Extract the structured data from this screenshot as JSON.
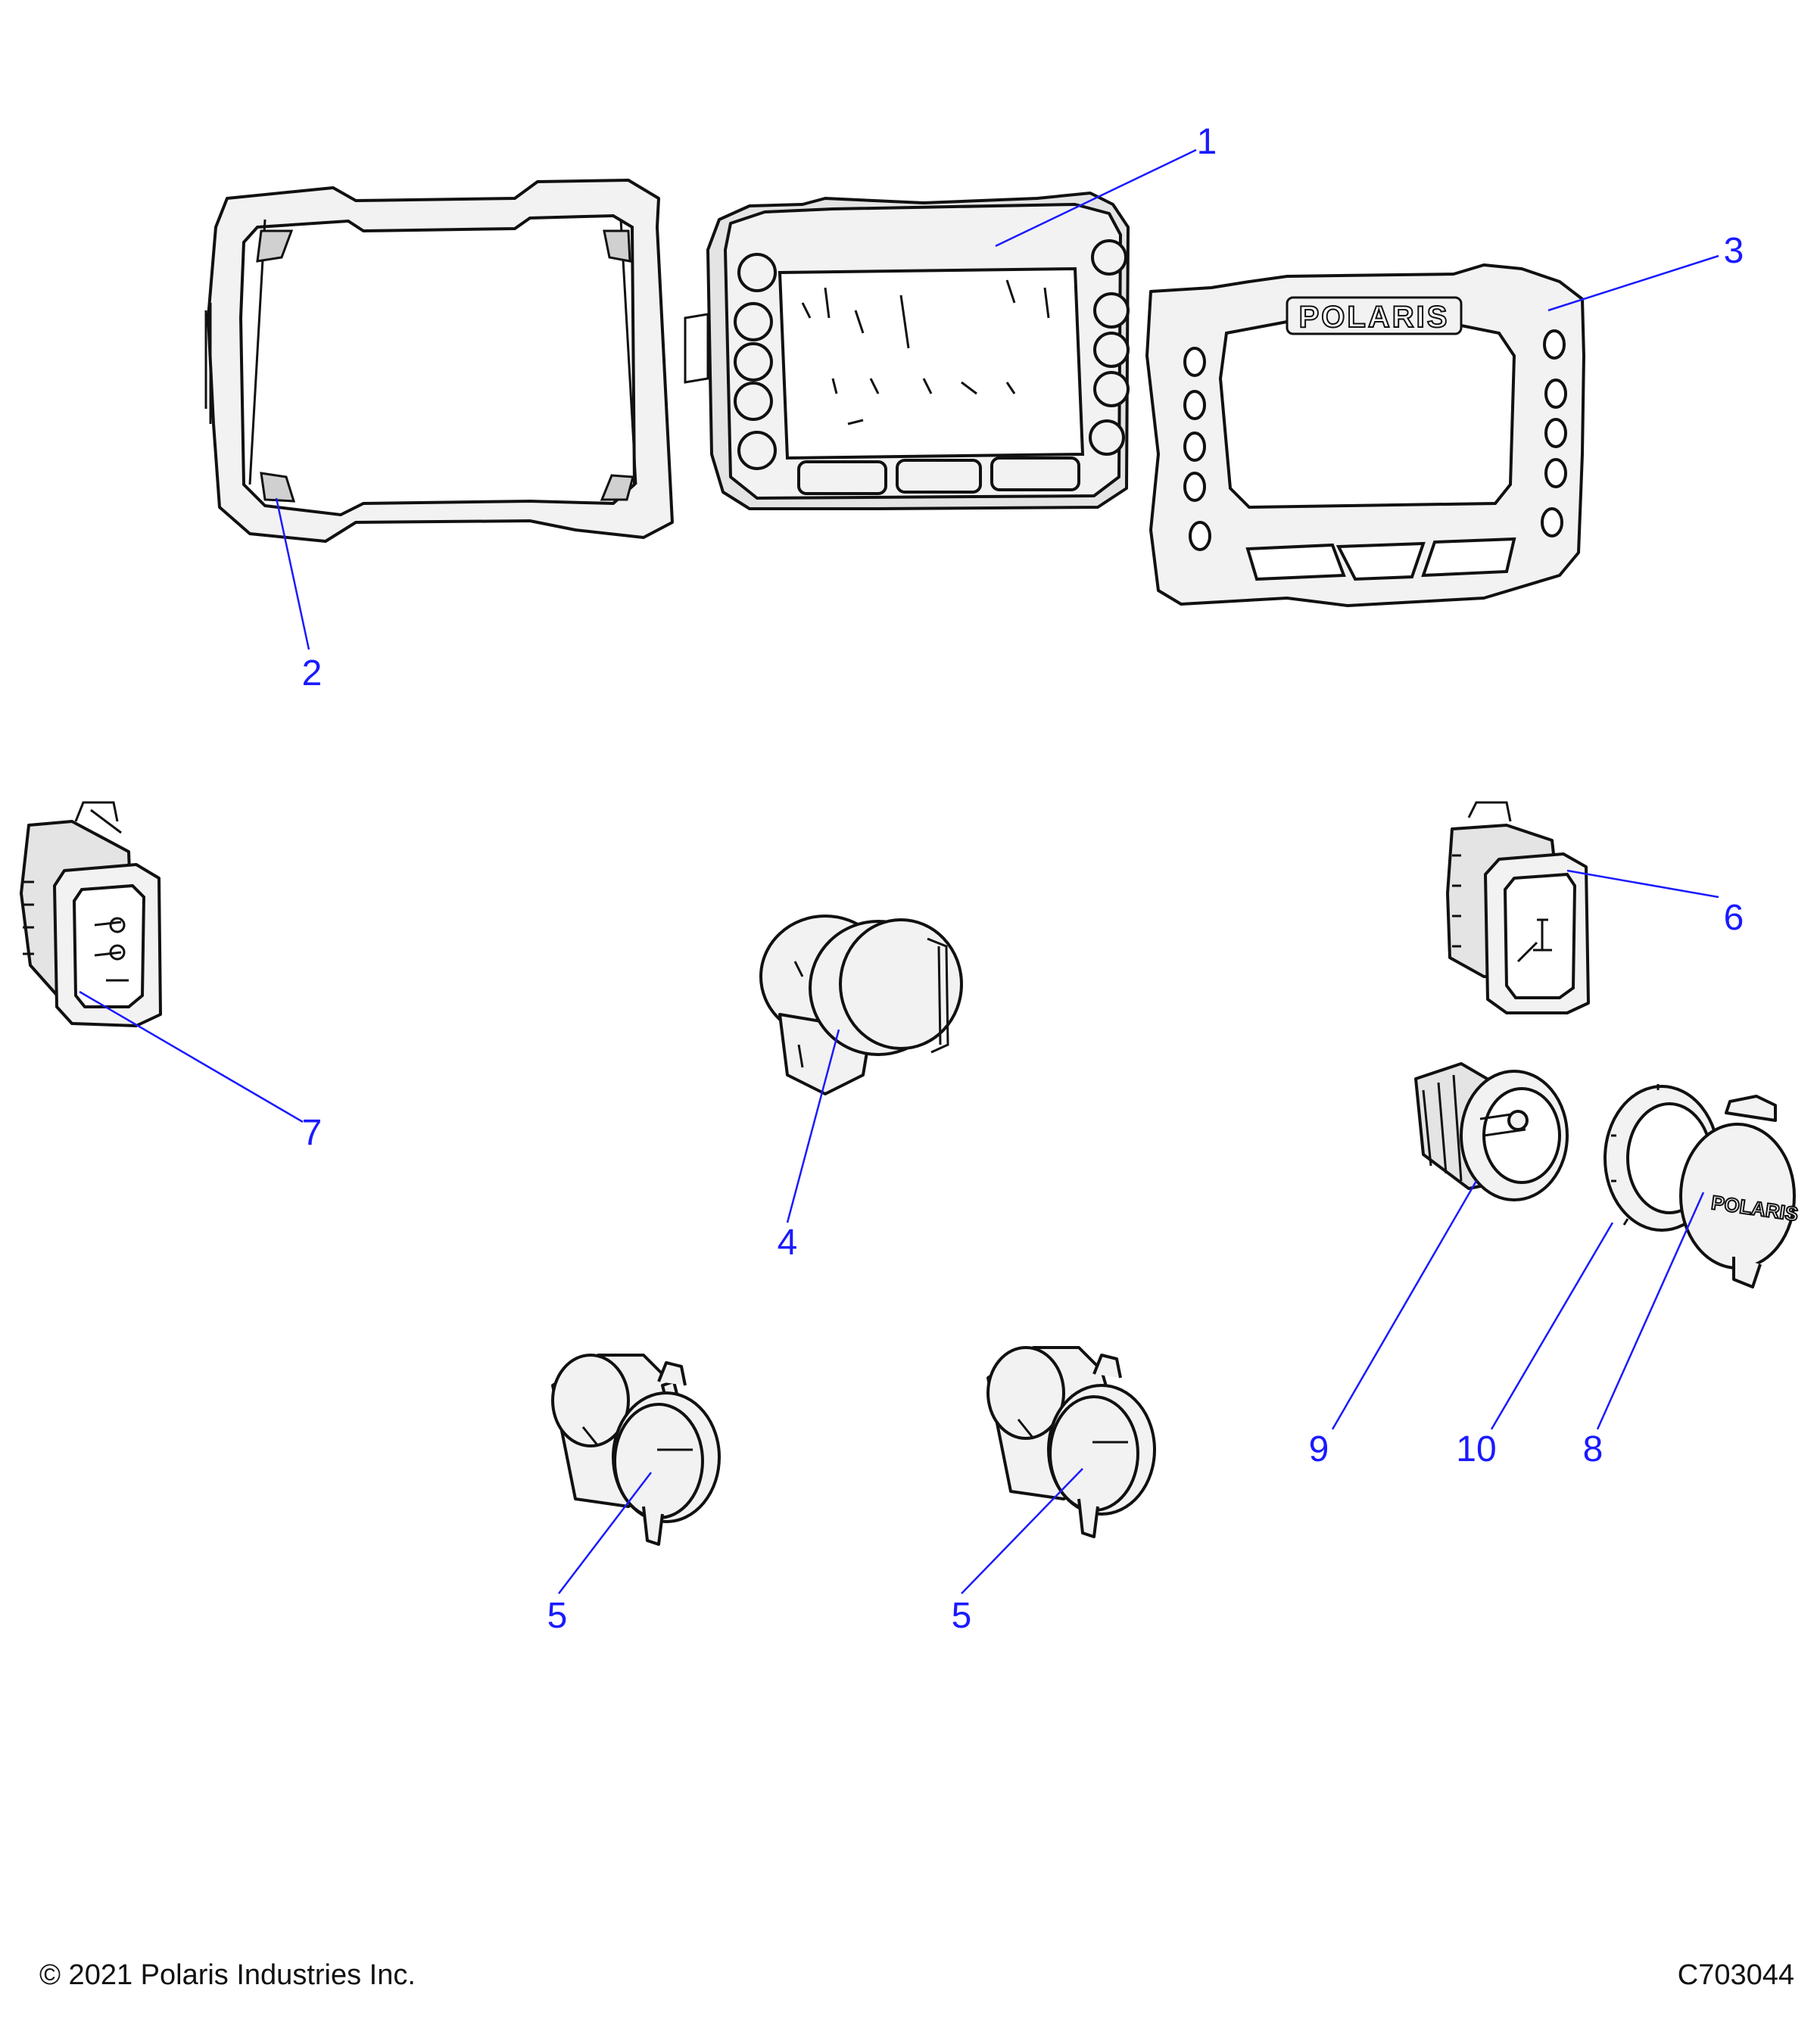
{
  "callouts": [
    {
      "id": "1",
      "label": "1",
      "part": "instrument-cluster"
    },
    {
      "id": "2",
      "label": "2",
      "part": "gasket-seal"
    },
    {
      "id": "3",
      "label": "3",
      "part": "bezel"
    },
    {
      "id": "4",
      "label": "4",
      "part": "ignition-switch"
    },
    {
      "id": "5a",
      "label": "5",
      "part": "usb-outlet-left"
    },
    {
      "id": "5b",
      "label": "5",
      "part": "usb-outlet-right"
    },
    {
      "id": "6",
      "label": "6",
      "part": "rocker-switch-awd"
    },
    {
      "id": "7",
      "label": "7",
      "part": "rocker-switch-lights"
    },
    {
      "id": "8",
      "label": "8",
      "part": "outlet-cap"
    },
    {
      "id": "9",
      "label": "9",
      "part": "power-outlet-socket"
    },
    {
      "id": "10",
      "label": "10",
      "part": "retaining-nut"
    }
  ],
  "logos": {
    "bezel": "POLARIS",
    "cap": "POLARIS"
  },
  "footer": {
    "copyright": "© 2021 Polaris Industries Inc.",
    "figure_code": "C703044"
  },
  "colors": {
    "callout": "#1a1aff",
    "line_art": "#111111"
  }
}
